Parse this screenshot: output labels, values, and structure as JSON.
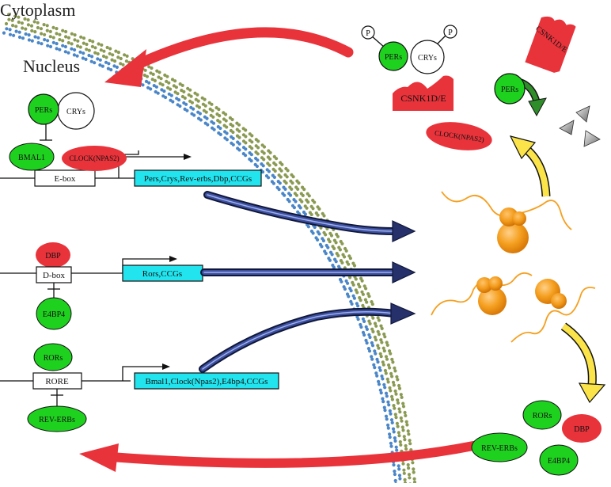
{
  "colors": {
    "green": "#1fd11f",
    "red": "#e8333b",
    "cyan": "#22e4ee",
    "orange": "#f5a020",
    "yellow": "#fbe34a",
    "navy": "#26306a",
    "dots_green": "#8a9a52",
    "dots_blue": "#4a86c8"
  },
  "regions": {
    "cytoplasm": "Cytoplasm",
    "nucleus": "Nucleus"
  },
  "phospho": {
    "label": "P"
  },
  "top_complex": {
    "pers": "PERs",
    "crys": "CRYs",
    "kinase": "CSNK1D/E"
  },
  "degradation": {
    "kinase": "CSNK1D/E",
    "pers": "PERs",
    "clock_free": "CLOCK(NPAS2)"
  },
  "ebox_module": {
    "pers": "PERs",
    "crys": "CRYs",
    "bmal1": "BMAL1",
    "clock": "CLOCK(NPAS2)",
    "element": "E-box",
    "targets": "Pers,Crys,Rev-erbs,Dbp,CCGs"
  },
  "dbox_module": {
    "activator": "DBP",
    "element": "D-box",
    "repressor": "E4BP4",
    "targets": "Rors,CCGs"
  },
  "rore_module": {
    "activator": "RORs",
    "element": "RORE",
    "repressor": "REV-ERBs",
    "targets": "Bmal1,Clock(Npas2),E4bp4,CCGs"
  },
  "bottom_products": {
    "rors": "RORs",
    "dbp": "DBP",
    "rev_erbs": "REV-ERBs",
    "e4bp4": "E4BP4"
  }
}
